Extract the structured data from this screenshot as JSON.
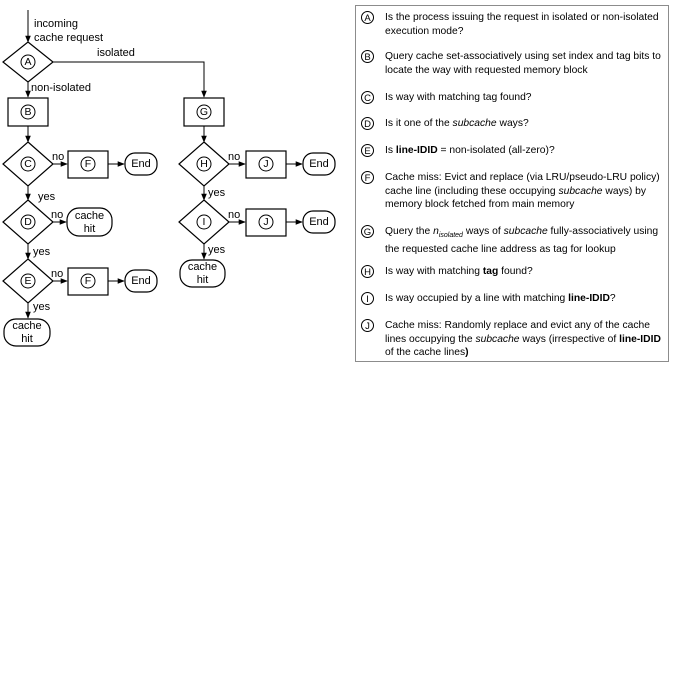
{
  "flow": {
    "start_label_1": "incoming",
    "start_label_2": "cache request",
    "edge_isolated": "isolated",
    "edge_non_isolated": "non-isolated",
    "node_a": "A",
    "node_b": "B",
    "node_c": "C",
    "node_d": "D",
    "node_e": "E",
    "node_f": "F",
    "node_g": "G",
    "node_h": "H",
    "node_i": "I",
    "node_j": "J",
    "no": "no",
    "yes": "yes",
    "end": "End",
    "cache": "cache",
    "hit": "hit"
  },
  "legend": [
    {
      "key": "A",
      "parts": [
        {
          "t": "Is the process issuing the request in isolated or non-isolated execution mode?"
        }
      ]
    },
    {
      "key": "B",
      "parts": [
        {
          "t": "Query cache set-associatively using set index and tag bits to locate the way with requested memory block"
        }
      ]
    },
    {
      "key": "C",
      "parts": [
        {
          "t": "Is way with matching tag found?"
        }
      ]
    },
    {
      "key": "D",
      "parts": [
        {
          "t": "Is it one of the "
        },
        {
          "t": "subcache",
          "i": true
        },
        {
          "t": " ways?"
        }
      ]
    },
    {
      "key": "E",
      "parts": [
        {
          "t": "Is "
        },
        {
          "t": "line-IDID",
          "b": true
        },
        {
          "t": " = non-isolated (all-zero)?"
        }
      ]
    },
    {
      "key": "F",
      "parts": [
        {
          "t": "Cache miss: Evict and replace (via LRU/pseudo-LRU policy) cache line (including these occupying "
        },
        {
          "t": "subcache",
          "i": true
        },
        {
          "t": " ways) by memory block fetched from main memory"
        }
      ]
    },
    {
      "key": "G",
      "parts": [
        {
          "t": "Query the "
        },
        {
          "t": "n",
          "i": true
        },
        {
          "t": "isolated",
          "sub": true
        },
        {
          "t": " ways of "
        },
        {
          "t": "subcache",
          "i": true
        },
        {
          "t": " fully-associatively using the requested cache line address as tag for lookup"
        }
      ]
    },
    {
      "key": "H",
      "parts": [
        {
          "t": "Is way with matching "
        },
        {
          "t": "tag",
          "b": true
        },
        {
          "t": " found?"
        }
      ]
    },
    {
      "key": "I",
      "parts": [
        {
          "t": "Is way occupied by a line with matching "
        },
        {
          "t": "line-IDID",
          "b": true
        },
        {
          "t": "?"
        }
      ]
    },
    {
      "key": "J",
      "parts": [
        {
          "t": "Cache miss: Randomly replace and evict any of the cache lines occupying the "
        },
        {
          "t": "subcache",
          "i": true
        },
        {
          "t": " ways (irrespective of "
        },
        {
          "t": "line-IDID",
          "b": true
        },
        {
          "t": " of the cache lines"
        },
        {
          "t": ")",
          "b": true
        }
      ]
    }
  ]
}
